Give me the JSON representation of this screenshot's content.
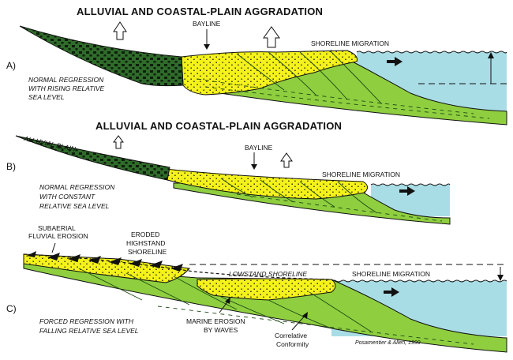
{
  "panels": {
    "a": {
      "letter": "A)",
      "title": "ALLUVIAL AND COASTAL-PLAIN AGGRADATION",
      "bayline": "BAYLINE",
      "shoreline": "SHORELINE MIGRATION",
      "desc": [
        "NORMAL REGRESSION",
        "WITH RISING RELATIVE",
        "SEA LEVEL"
      ]
    },
    "b": {
      "letter": "B)",
      "title": "ALLUVIAL AND COASTAL-PLAIN AGGRADATION",
      "alluvial_plain": "ALLUVIAL PLAIN",
      "bayline": "BAYLINE",
      "shoreline": "SHORELINE MIGRATION",
      "desc": [
        "NORMAL REGRESSION",
        "WITH CONSTANT",
        "RELATIVE SEA LEVEL"
      ]
    },
    "c": {
      "letter": "C)",
      "subaerial": [
        "SUBAERIAL",
        "FLUVIAL EROSION"
      ],
      "eroded": [
        "ERODED",
        "HIGHSTAND",
        "SHORELINE"
      ],
      "lowstand": "LOWSTAND SHORELINE",
      "shoreline": "SHORELINE MIGRATION",
      "desc": [
        "FORCED REGRESSION WITH",
        "FALLING RELATIVE SEA LEVEL"
      ],
      "marine": [
        "MARINE EROSION",
        "BY WAVES"
      ],
      "correlative": [
        "Correlative",
        "Conformity"
      ],
      "credit": "Posamentier & Allen, 1999"
    }
  },
  "colors": {
    "alluvial": "#2f6b2a",
    "coastal": "#f4f21a",
    "marine": "#8fcf3f",
    "sea": "#a9dde6",
    "outline": "#111111"
  }
}
